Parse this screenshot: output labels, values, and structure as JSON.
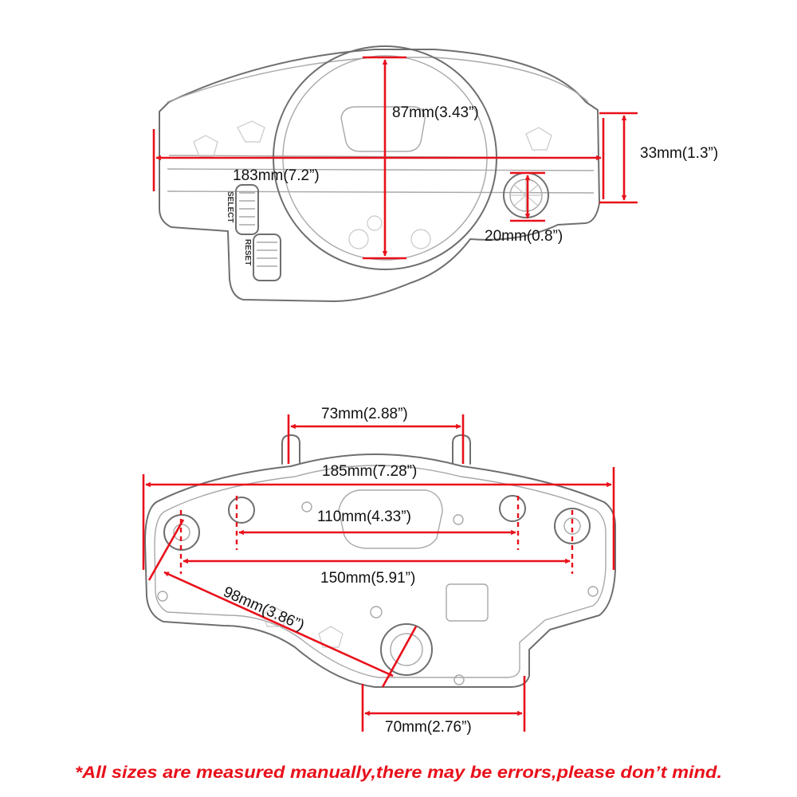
{
  "colors": {
    "dimension": "#e8101a",
    "outline": "#6f6f6f",
    "text": "#111111"
  },
  "front_view": {
    "knob_labels": {
      "select": "SELECT",
      "reset": "RESET"
    },
    "dimensions": {
      "width": "183mm(7.2”)",
      "dial_height": "87mm(3.43”)",
      "side_height": "33mm(1.3”)",
      "button_size": "20mm(0.8”)"
    }
  },
  "rear_view": {
    "dimensions": {
      "top_tabs": "73mm(2.88”)",
      "overall_width": "185mm(7.28”)",
      "inner_holes": "110mm(4.33”)",
      "outer_holes": "150mm(5.91”)",
      "diagonal": "98mm(3.86”)",
      "bottom_width": "70mm(2.76”)"
    }
  },
  "footer_note": "*All sizes are measured manually,there may be errors,please don’t mind."
}
